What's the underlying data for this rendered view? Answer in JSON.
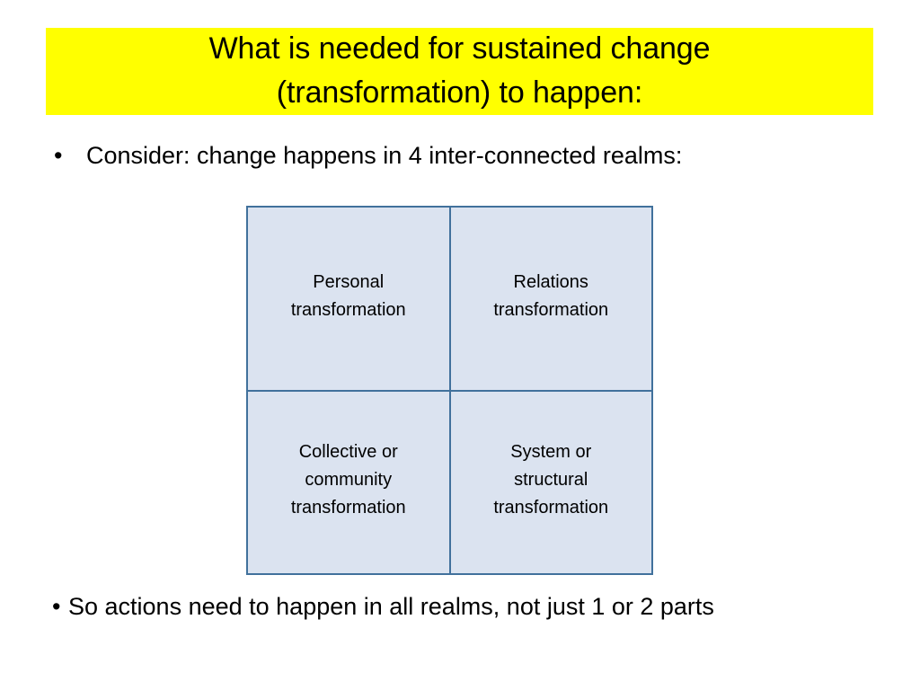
{
  "slide": {
    "title": {
      "line1": "What is needed for sustained change",
      "line2": "(transformation) to happen:",
      "full": "What is needed for sustained change\n(transformation) to happen:",
      "highlight_color": "#ffff00",
      "text_color": "#000000"
    },
    "bullets": {
      "marker": "•",
      "top": "Consider: change happens in 4 inter-connected realms:",
      "bottom": "So actions need to happen in all realms, not just 1 or 2 parts"
    },
    "matrix": {
      "fill_color": "#dbe3f0",
      "border_color": "#41719c",
      "cells": [
        {
          "id": "personal",
          "label": "Personal\ntransformation"
        },
        {
          "id": "relations",
          "label": "Relations\ntransformation"
        },
        {
          "id": "collective",
          "label": "Collective or\ncommunity\ntransformation"
        },
        {
          "id": "system",
          "label": "System or\nstructural\ntransformation"
        }
      ]
    }
  }
}
